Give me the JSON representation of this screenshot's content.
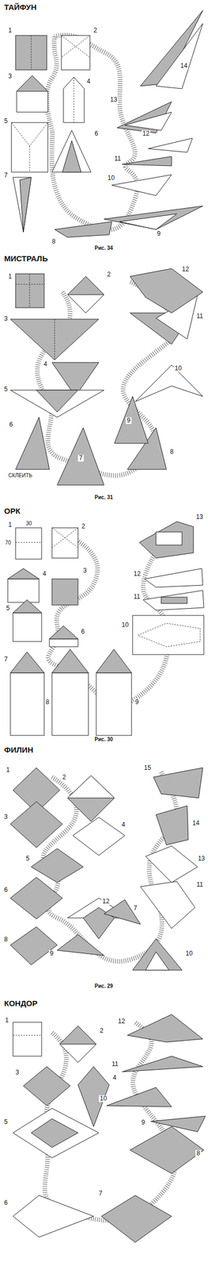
{
  "diagram": {
    "labels": [
      "ТАЙФУН",
      "1",
      "2",
      "3",
      "4",
      "5",
      "6",
      "7",
      "8",
      "9",
      "10",
      "11",
      "12",
      "13",
      "14",
      "Рис. 34",
      "МИСТРАЛЬ",
      "1",
      "2",
      "3",
      "4",
      "5",
      "6",
      "7",
      "8",
      "9",
      "10",
      "11",
      "12",
      "СКЛЕИТЬ",
      "Рис. 31",
      "ОРК",
      "1",
      "30",
      "2",
      "70",
      "3",
      "4",
      "5",
      "6",
      "7",
      "8",
      "9",
      "10",
      "11",
      "12",
      "13",
      "Рис. 30",
      "ФИЛИН",
      "1",
      "2",
      "3",
      "4",
      "5",
      "6",
      "7",
      "8",
      "9",
      "10",
      "11",
      "12",
      "13",
      "14",
      "15",
      "Рис. 29",
      "КОНДОР",
      "1",
      "2",
      "3",
      "4",
      "5",
      "6",
      "7",
      "8",
      "9",
      "10",
      "11",
      "12"
    ]
  }
}
